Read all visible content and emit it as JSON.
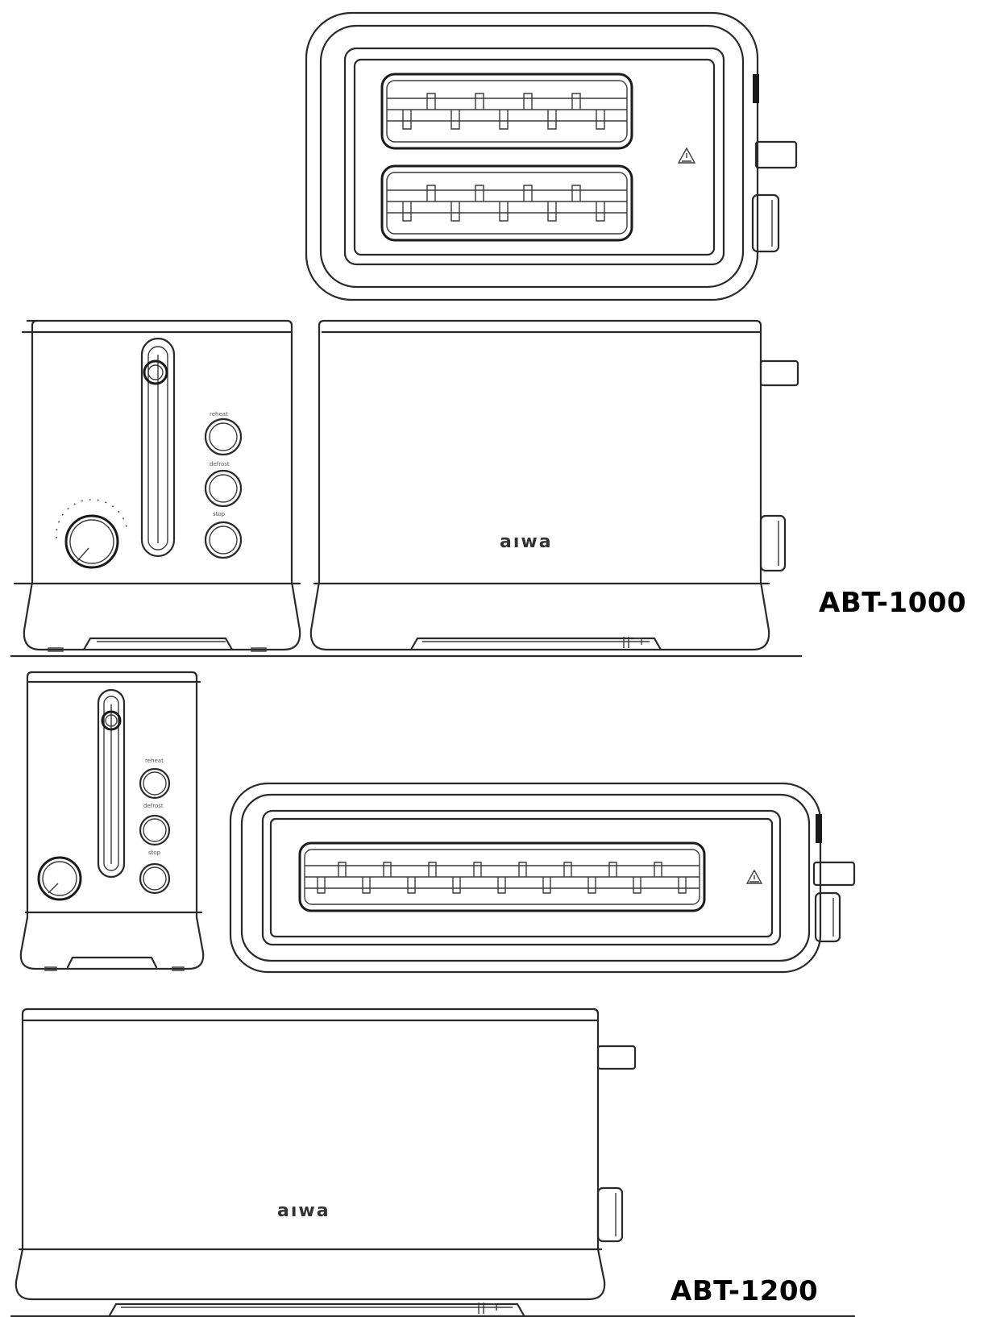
{
  "models": [
    {
      "id": "abt-1000",
      "label": "ABT-1000",
      "brand": "aıwa"
    },
    {
      "id": "abt-1200",
      "label": "ABT-1200",
      "brand": "aıwa"
    }
  ],
  "colors": {
    "line": "#2a2a2a",
    "label": "#000000",
    "background": "#ffffff"
  }
}
